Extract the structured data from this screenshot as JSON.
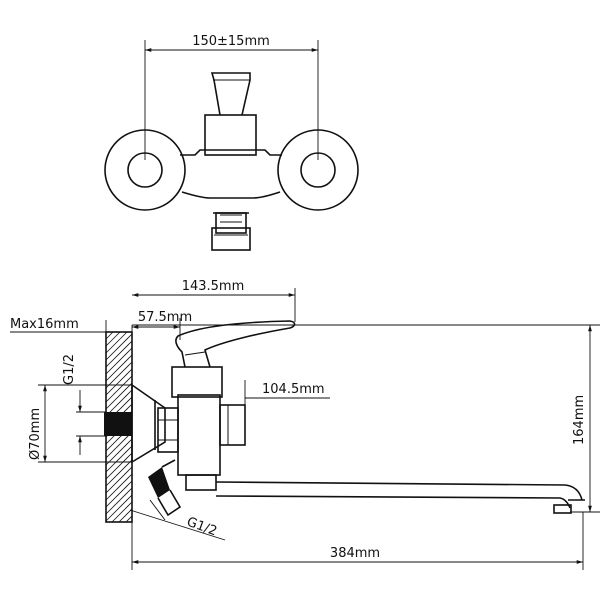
{
  "top_view": {
    "dims": {
      "center_distance": "150±15mm"
    }
  },
  "side_view": {
    "dims": {
      "total_length": "384mm",
      "spout_height": "164mm",
      "handle_reach": "143.5mm",
      "wall_offset": "57.5mm",
      "body_depth": "104.5mm",
      "max_wall": "Max16mm",
      "thread_top": "G1/2",
      "thread_bottom": "G1/2",
      "flange_diameter": "Ø70mm"
    }
  }
}
